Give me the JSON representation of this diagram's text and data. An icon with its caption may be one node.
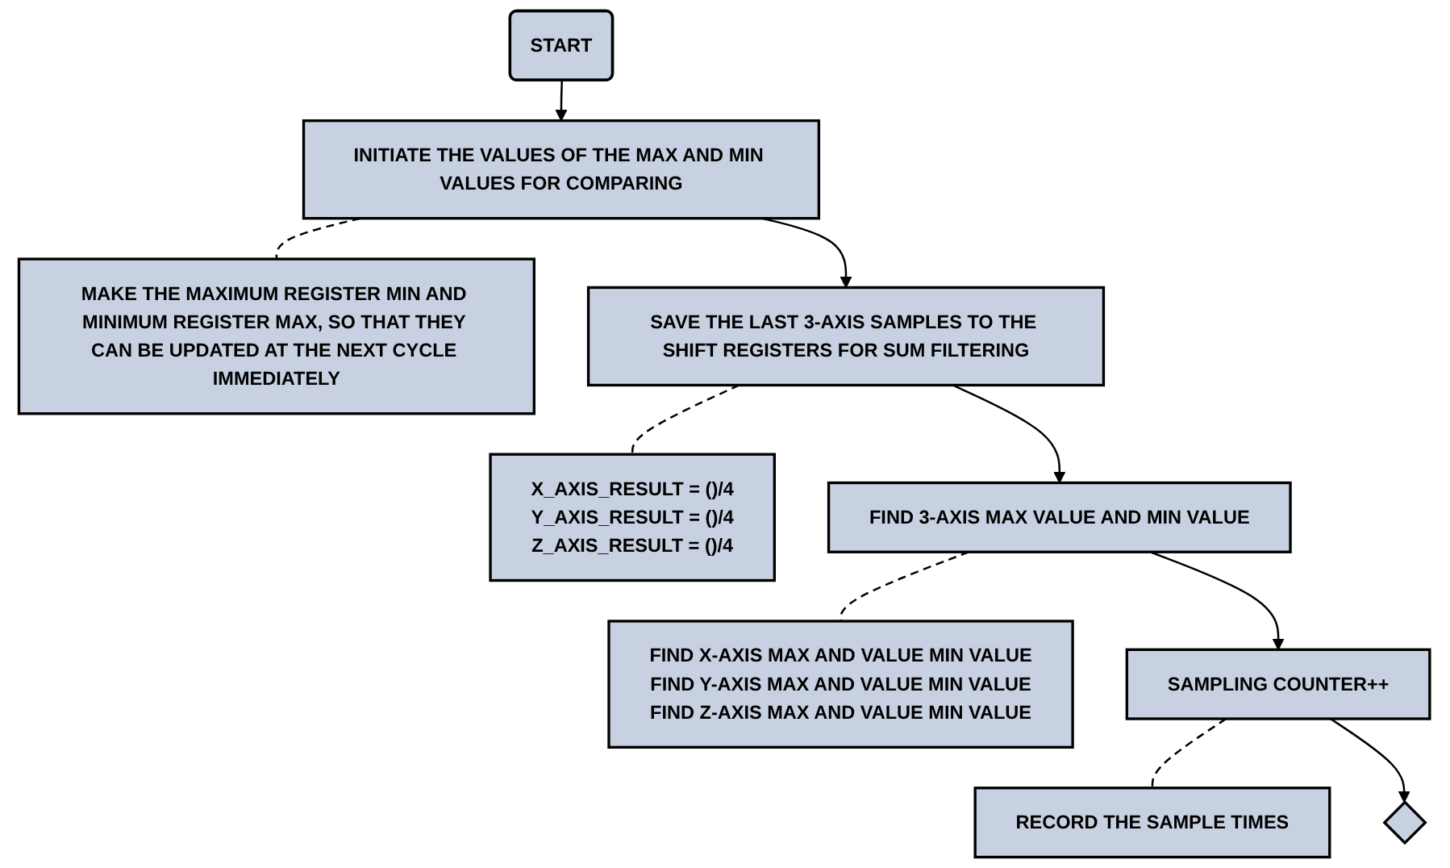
{
  "diagram": {
    "nodes": [
      {
        "text": [
          "START"
        ]
      },
      {
        "text": [
          "INITIATE THE VALUES OF THE MAX AND MIN VALUES FOR COMPARING"
        ]
      },
      {
        "text": [
          "MAKE THE MAXIMUM REGISTER MIN AND MINIMUM REGISTER MAX, SO THAT THEY CAN BE UPDATED AT THE NEXT CYCLE IMMEDIATELY"
        ]
      },
      {
        "text": [
          "SAVE THE LAST 3-AXIS SAMPLES TO THE SHIFT REGISTERS FOR SUM FILTERING"
        ]
      },
      {
        "text": [
          "X_AXIS_RESULT = ()/4",
          "Y_AXIS_RESULT = ()/4",
          "Z_AXIS_RESULT = ()/4"
        ]
      },
      {
        "text": [
          "FIND 3-AXIS MAX VALUE AND MIN VALUE"
        ]
      },
      {
        "text": [
          "FIND X-AXIS MAX AND VALUE MIN VALUE",
          "FIND Y-AXIS MAX AND VALUE MIN VALUE",
          "FIND Z-AXIS MAX AND VALUE MIN VALUE"
        ]
      },
      {
        "text": [
          "SAMPLING COUNTER++"
        ]
      },
      {
        "text": [
          "RECORD THE SAMPLE TIMES"
        ]
      },
      {
        "text": [],
        "shape": "diamond"
      }
    ],
    "edges": [
      {
        "from": 0,
        "to": 1,
        "arrow": "to"
      },
      {
        "from": 1,
        "to": 2,
        "arrow": "none",
        "style": "dashed"
      },
      {
        "from": 1,
        "to": 3,
        "arrow": "to"
      },
      {
        "from": 3,
        "to": 4,
        "arrow": "none",
        "style": "dashed"
      },
      {
        "from": 3,
        "to": 5,
        "arrow": "to"
      },
      {
        "from": 5,
        "to": 6,
        "arrow": "none",
        "style": "dashed"
      },
      {
        "from": 5,
        "to": 7,
        "arrow": "to"
      },
      {
        "from": 7,
        "to": 8,
        "arrow": "none",
        "style": "dashed"
      },
      {
        "from": 7,
        "to": 9,
        "arrow": "to"
      }
    ]
  }
}
